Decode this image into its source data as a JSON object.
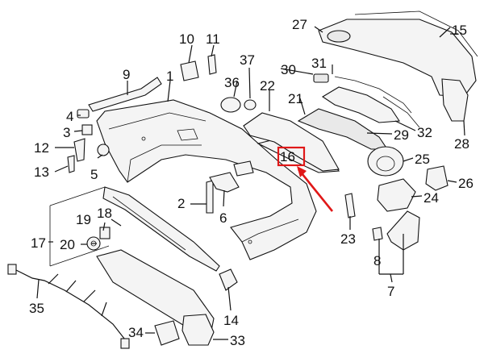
{
  "callouts": {
    "n1": "1",
    "n2": "2",
    "n3": "3",
    "n4": "4",
    "n5": "5",
    "n6": "6",
    "n7": "7",
    "n8": "8",
    "n9": "9",
    "n10": "10",
    "n11": "11",
    "n12": "12",
    "n13": "13",
    "n14": "14",
    "n15": "15",
    "n16": "16",
    "n17": "17",
    "n18": "18",
    "n19": "19",
    "n20": "20",
    "n21": "21",
    "n22": "22",
    "n23": "23",
    "n24": "24",
    "n25": "25",
    "n26": "26",
    "n27": "27",
    "n28": "28",
    "n29": "29",
    "n30": "30",
    "n31": "31",
    "n32": "32",
    "n33": "33",
    "n34": "34",
    "n35": "35",
    "n36": "36",
    "n37": "37"
  },
  "highlight": {
    "part": "16",
    "color": "#e01818"
  }
}
